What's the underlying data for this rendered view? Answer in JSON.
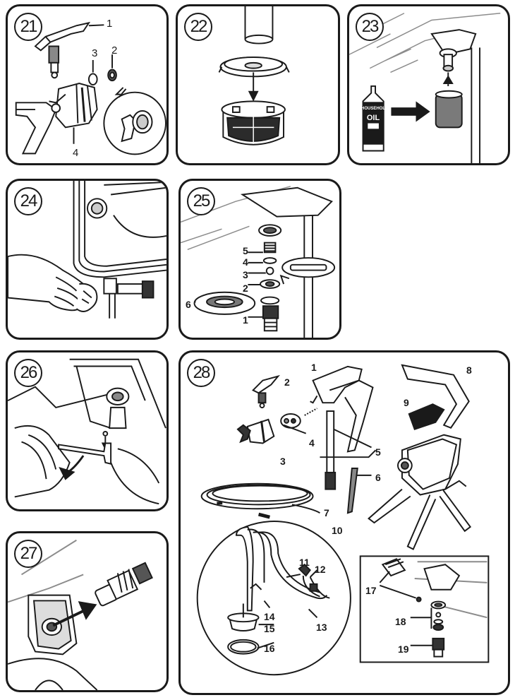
{
  "panels": {
    "p21": {
      "number": "21",
      "labels": {
        "l1": "1",
        "l2": "2",
        "l3": "3",
        "l4": "4"
      }
    },
    "p22": {
      "number": "22"
    },
    "p23": {
      "number": "23",
      "bottle_line1": "HOUSEHOLD",
      "bottle_line2": "OIL"
    },
    "p24": {
      "number": "24"
    },
    "p25": {
      "number": "25",
      "labels": {
        "l1": "1",
        "l2": "2",
        "l3": "3",
        "l4": "4",
        "l5": "5",
        "l6": "6"
      }
    },
    "p26": {
      "number": "26"
    },
    "p27": {
      "number": "27"
    },
    "p28": {
      "number": "28",
      "labels": {
        "l1": "1",
        "l2": "2",
        "l3": "3",
        "l4": "4",
        "l5": "5",
        "l6": "6",
        "l7": "7",
        "l8": "8",
        "l9": "9",
        "l10": "10",
        "l11": "11",
        "l12": "12",
        "l13": "13",
        "l14": "14",
        "l15": "15",
        "l16": "16",
        "l17": "17",
        "l18": "18",
        "l19": "19"
      }
    }
  },
  "colors": {
    "ink": "#1a1a1a",
    "grey": "#8c8c8c",
    "light_grey": "#d6d6d6"
  }
}
